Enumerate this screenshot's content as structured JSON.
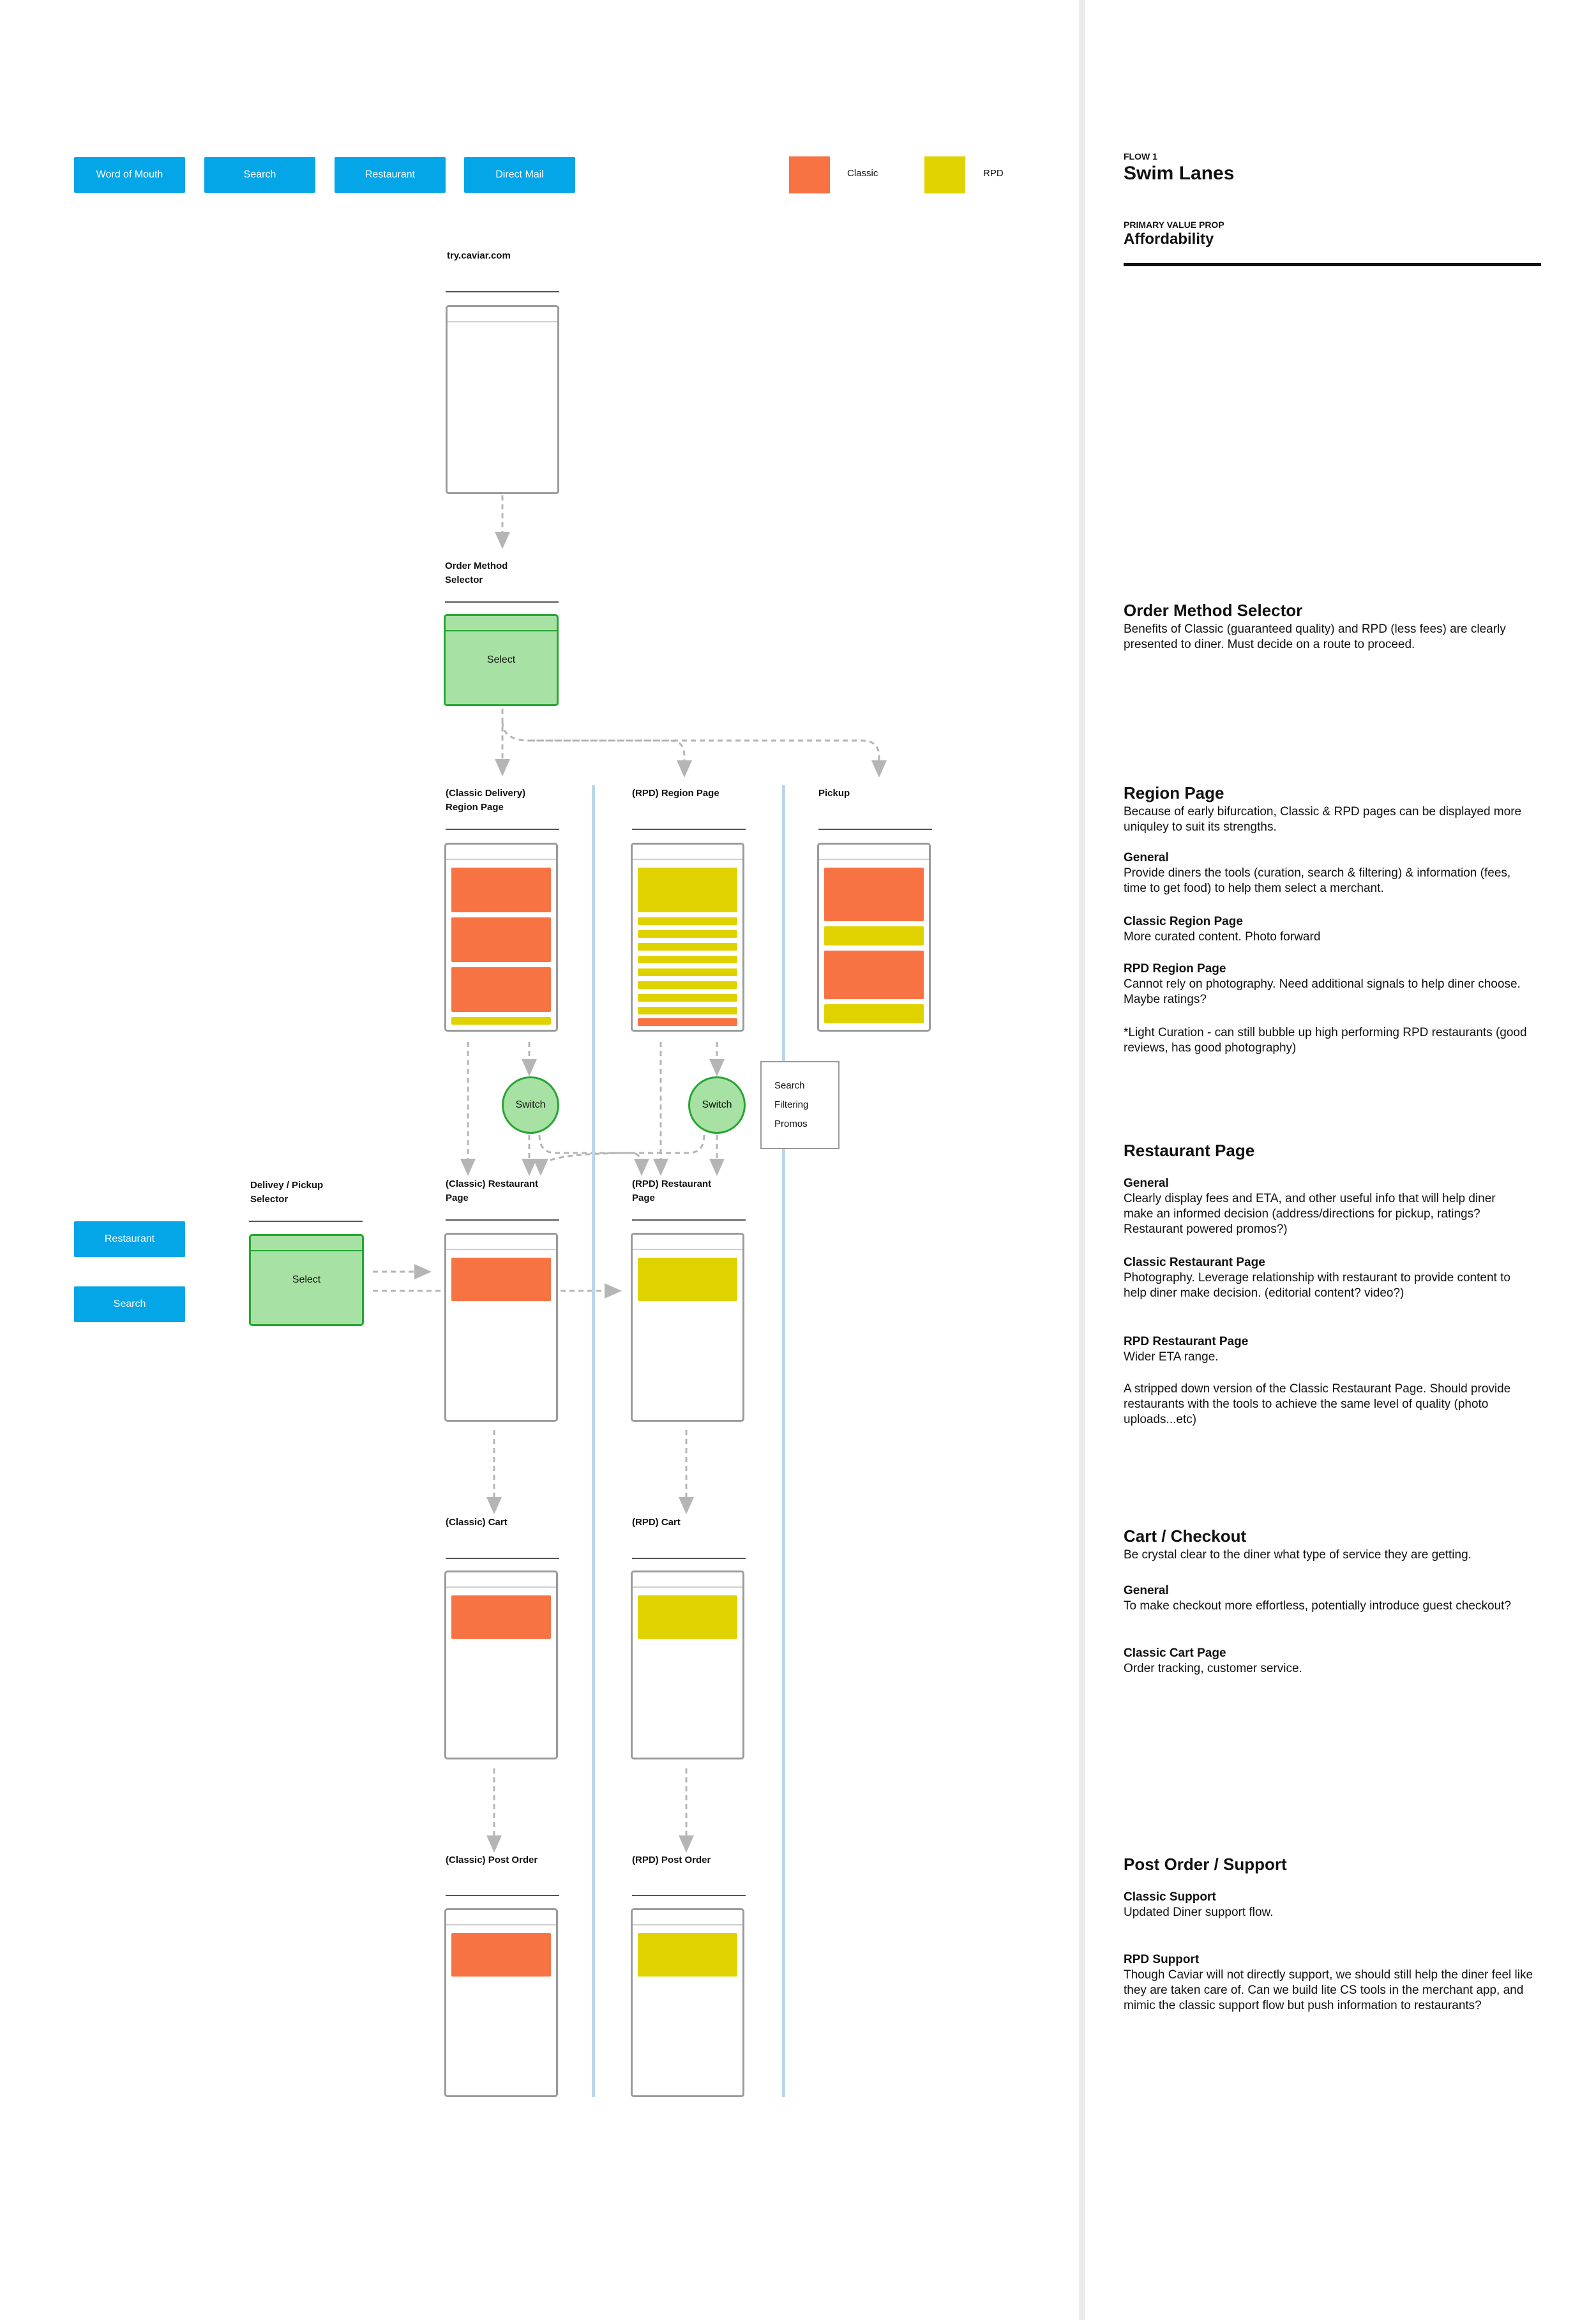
{
  "sources": {
    "top": [
      "Word of Mouth",
      "Search",
      "Restaurant",
      "Direct Mail"
    ],
    "secondary": [
      "Restaurant",
      "Search"
    ]
  },
  "legend": [
    {
      "label": "Classic",
      "color": "#f87343"
    },
    {
      "label": "RPD",
      "color": "#e0d200"
    }
  ],
  "colors": {
    "source": "#05a6e8",
    "selector": "#a8e1a4",
    "selector_border": "#27a634",
    "lane": "#b9d8e6"
  },
  "flow": {
    "landing": "try.caviar.com",
    "order_method": {
      "label": "Order Method Selector",
      "button": "Select"
    },
    "region": {
      "classic": "(Classic Delivery) Region Page",
      "rpd": "(RPD) Region Page",
      "pickup": "Pickup"
    },
    "switch": "Switch",
    "note": [
      "Search",
      "Filtering",
      "Promos"
    ],
    "delivery_pickup": {
      "label": "Delivey / Pickup Selector",
      "button": "Select"
    },
    "restaurant": {
      "classic": "(Classic) Restaurant Page",
      "rpd": "(RPD) Restaurant Page"
    },
    "cart": {
      "classic": "(Classic) Cart",
      "rpd": "(RPD) Cart"
    },
    "post_order": {
      "classic": "(Classic) Post Order",
      "rpd": "(RPD) Post Order"
    }
  },
  "panel": {
    "flow_label": "FLOW 1",
    "title": "Swim Lanes",
    "prop_label": "PRIMARY VALUE PROP",
    "prop": "Affordability",
    "sections": {
      "order_method": {
        "title": "Order Method Selector",
        "body": "Benefits of Classic (guaranteed quality) and RPD (less fees) are clearly presented to diner. Must decide on a route to proceed."
      },
      "region": {
        "title": "Region Page",
        "body": "Because of early bifurcation, Classic & RPD pages can be displayed more uniquley to suit its strengths.",
        "general_h": "General",
        "general": "Provide diners the tools (curation, search & filtering) & information (fees, time to get food) to help them select a merchant.",
        "classic_h": "Classic Region Page",
        "classic": "More curated content. Photo forward",
        "rpd_h": "RPD Region Page",
        "rpd": "Cannot rely on photography. Need additional signals to help diner choose. Maybe ratings?",
        "note": "*Light Curation - can still bubble up high performing RPD restaurants (good reviews, has good photography)"
      },
      "restaurant": {
        "title": "Restaurant Page",
        "general_h": "General",
        "general": "Clearly display fees and ETA, and other useful info that will help diner make an informed decision (address/directions for pickup, ratings? Restaurant powered promos?)",
        "classic_h": "Classic Restaurant Page",
        "classic": "Photography. Leverage relationship with restaurant to provide content to help diner make decision. (editorial content? video?)",
        "rpd_h": "RPD Restaurant Page",
        "rpd": "Wider ETA range.",
        "rpd2": "A stripped down version of the Classic Restaurant Page. Should provide restaurants with the tools to achieve the same level of quality (photo uploads...etc)"
      },
      "cart": {
        "title": "Cart / Checkout",
        "body": "Be crystal clear to the diner what type of service they are getting.",
        "general_h": "General",
        "general": "To make checkout more effortless, potentially introduce guest checkout?",
        "classic_h": "Classic Cart Page",
        "classic": "Order tracking, customer service."
      },
      "post_order": {
        "title": "Post Order / Support",
        "classic_h": "Classic Support",
        "classic": "Updated Diner support flow.",
        "rpd_h": "RPD Support",
        "rpd": "Though Caviar will not directly support, we should still help the diner feel like they are taken care of. Can we build lite CS tools in the merchant app, and mimic the classic support flow but push information to restaurants?"
      }
    }
  }
}
